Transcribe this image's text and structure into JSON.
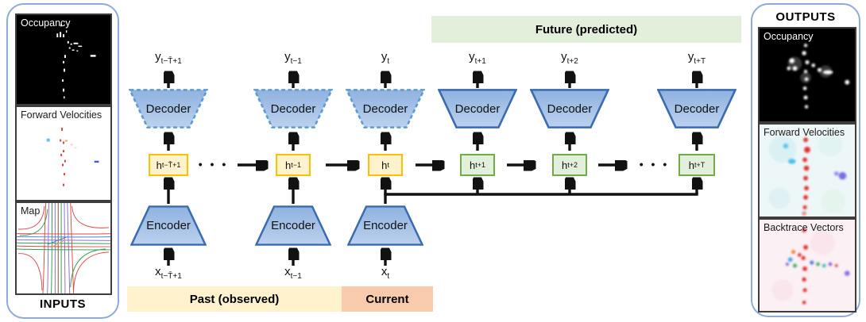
{
  "inputs_panel": {
    "title": "INPUTS",
    "images": [
      {
        "label": "Occupancy"
      },
      {
        "label": "Forward Velocities"
      },
      {
        "label": "Map"
      }
    ]
  },
  "outputs_panel": {
    "title": "OUTPUTS",
    "images": [
      {
        "label": "Occupancy"
      },
      {
        "label": "Forward Velocities"
      },
      {
        "label": "Backtrace Vectors"
      }
    ]
  },
  "timeline": {
    "past_label": "Past (observed)",
    "current_label": "Current",
    "future_label": "Future (predicted)"
  },
  "columns": [
    {
      "y_base": "y",
      "y_sub": "t−T̄+1",
      "decoder": "Decoder",
      "h_base": "h",
      "h_sub": "t−T̄+1",
      "encoder": "Encoder",
      "x_base": "x",
      "x_sub": "t−T̄+1",
      "phase": "past"
    },
    {
      "y_base": "y",
      "y_sub": "t−1",
      "decoder": "Decoder",
      "h_base": "h",
      "h_sub": "t−1",
      "encoder": "Encoder",
      "x_base": "x",
      "x_sub": "t−1",
      "phase": "past"
    },
    {
      "y_base": "y",
      "y_sub": "t",
      "decoder": "Decoder",
      "h_base": "h",
      "h_sub": "t",
      "encoder": "Encoder",
      "x_base": "x",
      "x_sub": "t",
      "phase": "current"
    },
    {
      "y_base": "y",
      "y_sub": "t+1",
      "decoder": "Decoder",
      "h_base": "h",
      "h_sub": "t+1",
      "phase": "future"
    },
    {
      "y_base": "y",
      "y_sub": "t+2",
      "decoder": "Decoder",
      "h_base": "h",
      "h_sub": "t+2",
      "phase": "future"
    },
    {
      "y_base": "y",
      "y_sub": "t+T",
      "decoder": "Decoder",
      "h_base": "h",
      "h_sub": "t+T",
      "phase": "future"
    }
  ],
  "ellipsis": "• • •",
  "colors": {
    "past_fill": "#FFF2CC",
    "past_border": "#FFC000",
    "future_fill": "#E2EFDA",
    "future_border": "#70AD47",
    "current_fill": "#F8CBAD",
    "shape_fill": "#A9C4E8",
    "shape_border_solid": "#3A6BB0",
    "shape_border_dashed": "#5B9BD5",
    "panel_border": "#8EAADB",
    "arrow": "#111111"
  }
}
